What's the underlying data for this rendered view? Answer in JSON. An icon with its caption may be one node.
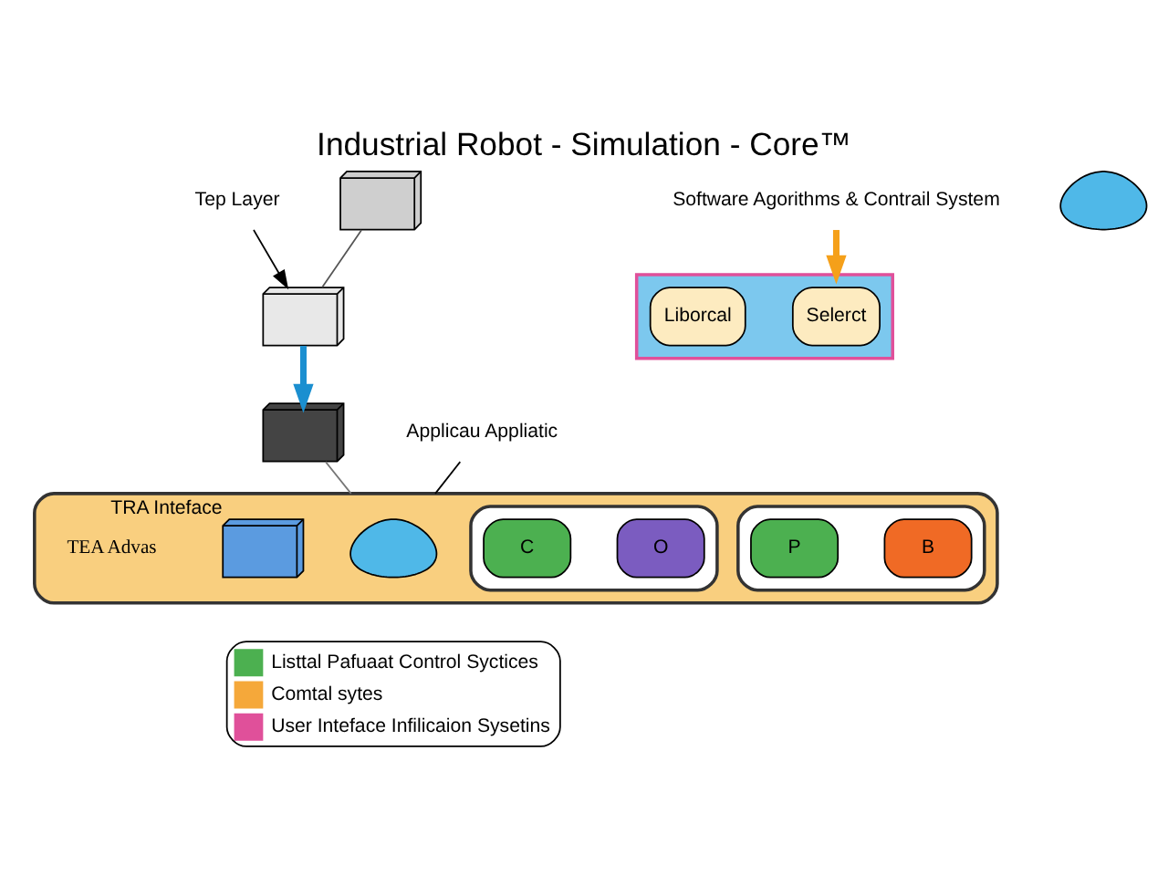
{
  "diagram": {
    "title": "Industrial Robot - Simulation - Core™",
    "nodes": [
      {
        "text": [
          "Tep Layer"
        ]
      },
      {
        "text": [
          "Software Agorithms & Contrail System"
        ]
      },
      {
        "text": [],
        "shape": "cylinder"
      },
      {
        "text": [],
        "shape": "picture"
      },
      {
        "text": [],
        "shape": "picture"
      },
      {
        "text": [
          "Selerct"
        ],
        "in": 2
      },
      {
        "text": [
          "Liborcal"
        ],
        "in": 2
      },
      {
        "text": [],
        "shape": "ellipse"
      },
      {
        "text": [],
        "shape": "picture",
        "in": 7
      },
      {
        "text": [],
        "shape": "box",
        "in": 7
      },
      {
        "text": [
          "B"
        ],
        "in": 9
      },
      {
        "text": [
          "P"
        ],
        "in": 9
      },
      {
        "text": [],
        "shape": "box",
        "in": 7
      },
      {
        "text": [
          "O"
        ],
        "in": 12
      },
      {
        "text": [
          "C"
        ],
        "in": 12
      },
      {
        "text": [],
        "shape": "picture",
        "in": 7,
        "beside": [
          "TRA Inteface"
        ]
      },
      {
        "text": [],
        "shape": "picture"
      },
      {
        "text": [
          "Applicau Appliatic"
        ]
      },
      {
        "text": [],
        "shape": "picture"
      }
    ],
    "edges": [
      {
        "from": 0,
        "to": 3,
        "arrow": "to"
      },
      {
        "from": 18,
        "to": 3,
        "arrow": "none",
        "color": "#555555"
      },
      {
        "from": 1,
        "to": 2,
        "arrow": "to",
        "style": "thick",
        "color": "#f5a01a"
      },
      {
        "from": 3,
        "to": 4,
        "arrow": "to",
        "style": "thick",
        "color": "#1b8fd0"
      },
      {
        "from": 4,
        "to": 7,
        "arrow": "none",
        "color": "#777777"
      },
      {
        "from": 17,
        "to": 7,
        "arrow": "none"
      }
    ],
    "labels": [
      "TEA Advas"
    ],
    "legend": [
      {
        "text": "Listtal Pafuaat Control Syctices",
        "color": "#4cb050"
      },
      {
        "text": "Comtal sytes",
        "color": "#f5a83a"
      },
      {
        "text": "User Inteface Infilicaion Sysetins",
        "color": "#e0509a"
      }
    ]
  }
}
